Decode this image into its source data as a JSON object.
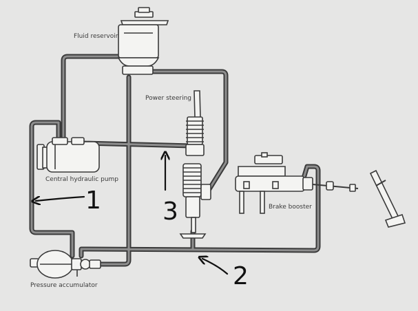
{
  "labels": {
    "fluid_reservoir": "Fluid reservoir",
    "power_steering": "Power steering",
    "central_pump": "Central hydraulic pump",
    "brake_booster": "Brake booster",
    "pressure_accumulator": "Pressure accumulator"
  },
  "annotations": {
    "one": "1",
    "two": "2",
    "three": "3"
  },
  "colors": {
    "background": "#e6e6e5",
    "pipe_outer": "#3a3a3a",
    "pipe_inner": "#8e8e8e",
    "component_fill": "#f4f4f2",
    "ink": "#111111"
  }
}
